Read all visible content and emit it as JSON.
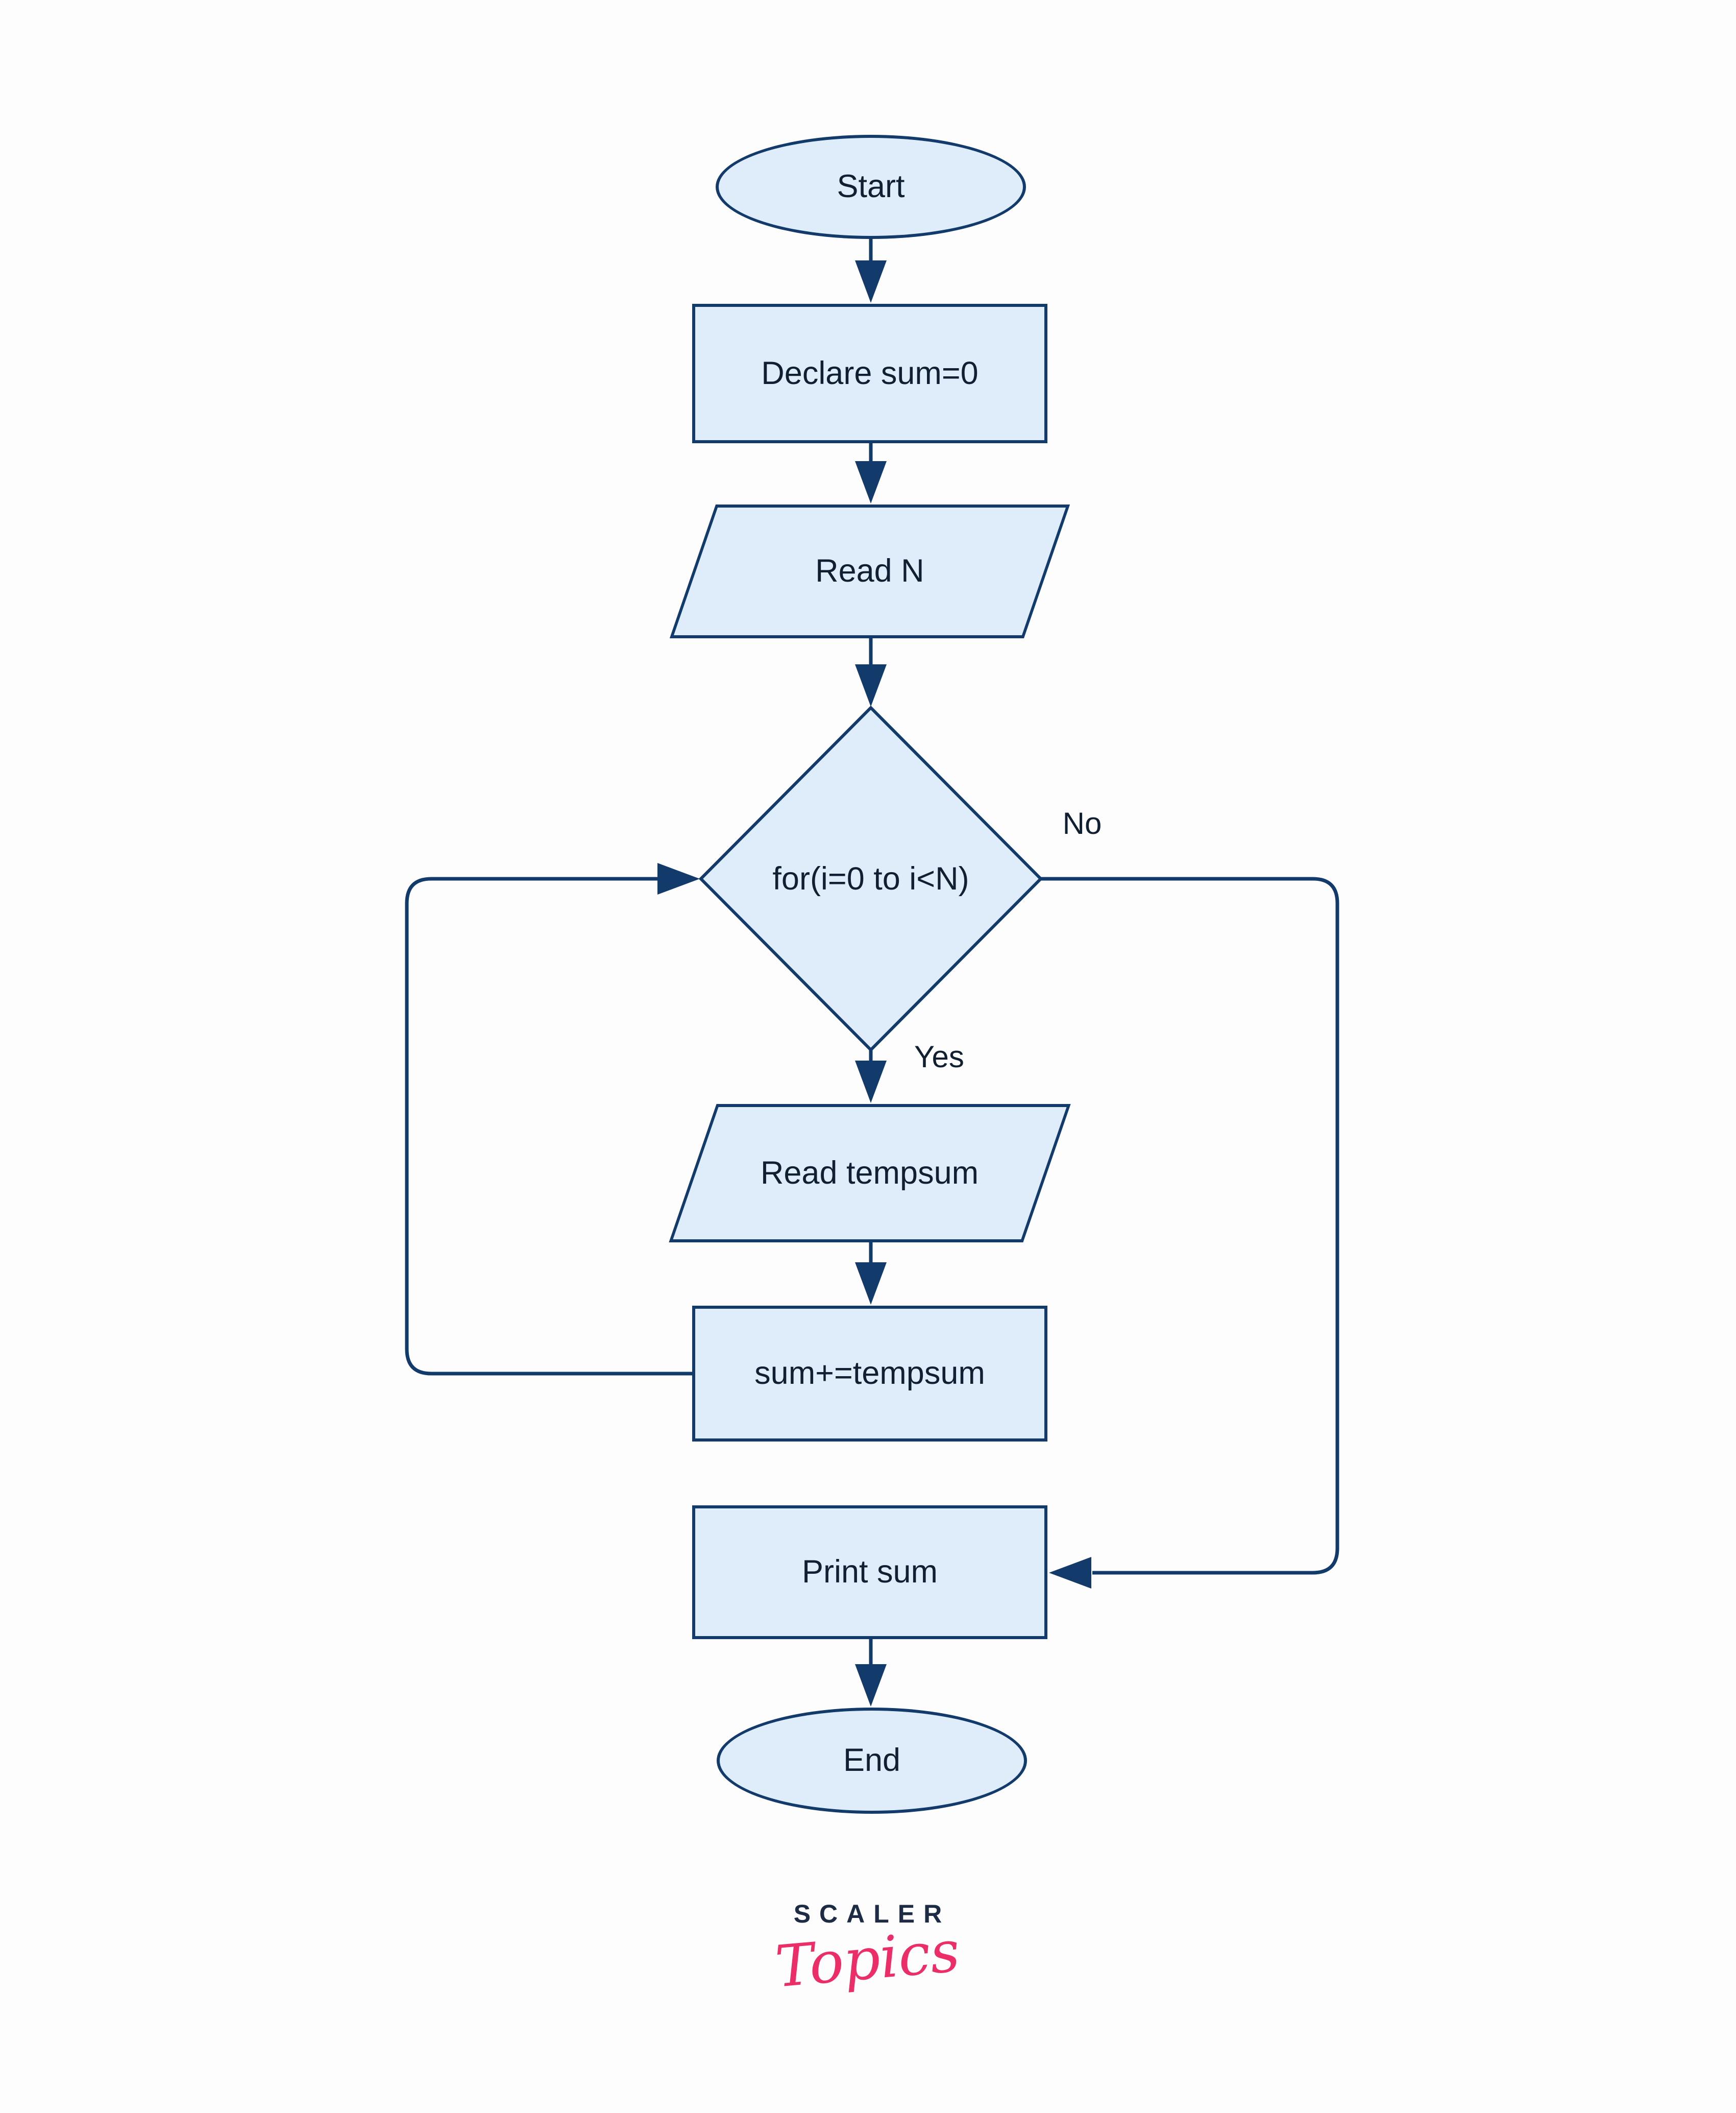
{
  "flowchart": {
    "nodes": {
      "start": {
        "type": "terminator",
        "label": "Start"
      },
      "declare": {
        "type": "process",
        "label": "Declare sum=0"
      },
      "read_n": {
        "type": "input-output",
        "label": "Read N"
      },
      "for_loop": {
        "type": "decision",
        "label": "for(i=0 to i<N)"
      },
      "read_tempsum": {
        "type": "input-output",
        "label": "Read tempsum"
      },
      "accumulate": {
        "type": "process",
        "label": "sum+=tempsum"
      },
      "print_sum": {
        "type": "process",
        "label": "Print sum"
      },
      "end": {
        "type": "terminator",
        "label": "End"
      }
    },
    "edges": [
      {
        "from": "start",
        "to": "declare",
        "label": ""
      },
      {
        "from": "declare",
        "to": "read_n",
        "label": ""
      },
      {
        "from": "read_n",
        "to": "for_loop",
        "label": ""
      },
      {
        "from": "for_loop",
        "to": "read_tempsum",
        "label": "Yes"
      },
      {
        "from": "read_tempsum",
        "to": "accumulate",
        "label": ""
      },
      {
        "from": "accumulate",
        "to": "for_loop",
        "label": ""
      },
      {
        "from": "for_loop",
        "to": "print_sum",
        "label": "No"
      },
      {
        "from": "print_sum",
        "to": "end",
        "label": ""
      }
    ],
    "edge_labels": {
      "yes": "Yes",
      "no": "No"
    }
  },
  "branding": {
    "wordmark": "SCALER",
    "sub_wordmark": "Topics"
  },
  "colors": {
    "background": "#fdfdfd",
    "node_fill": "#dfecfa",
    "node_border": "#123a6b",
    "connector": "#123a6b",
    "node_text": "#111f33",
    "brand_navy": "#1d2b44",
    "brand_pink": "#ec2e68"
  }
}
